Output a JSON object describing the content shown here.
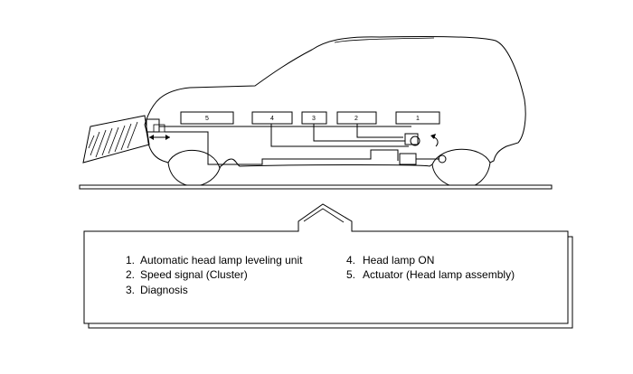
{
  "diagram": {
    "callouts": [
      {
        "id": "callout-5",
        "text": "5"
      },
      {
        "id": "callout-4",
        "text": "4"
      },
      {
        "id": "callout-3",
        "text": "3"
      },
      {
        "id": "callout-2",
        "text": "2"
      },
      {
        "id": "callout-1",
        "text": "1"
      }
    ],
    "legend": {
      "left": [
        {
          "num": "1.",
          "text": "Automatic head lamp leveling unit"
        },
        {
          "num": "2.",
          "text": "Speed signal (Cluster)"
        },
        {
          "num": "3.",
          "text": "Diagnosis"
        }
      ],
      "right": [
        {
          "num": "4.",
          "text": "Head lamp ON"
        },
        {
          "num": "5.",
          "text": "Actuator (Head lamp assembly)"
        }
      ]
    }
  }
}
